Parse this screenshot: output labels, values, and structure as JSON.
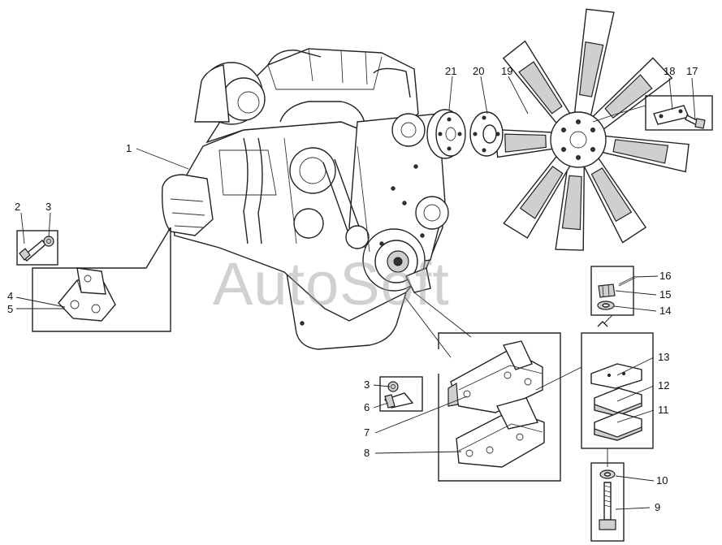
{
  "watermark": "AutoSoft",
  "callouts": {
    "c1": "1",
    "c2": "2",
    "c3a": "3",
    "c3b": "3",
    "c4": "4",
    "c5": "5",
    "c6": "6",
    "c7": "7",
    "c8": "8",
    "c9": "9",
    "c10": "10",
    "c11": "11",
    "c12": "12",
    "c13": "13",
    "c14": "14",
    "c15": "15",
    "c16": "16",
    "c17": "17",
    "c18": "18",
    "c19": "19",
    "c20": "20",
    "c21": "21"
  }
}
